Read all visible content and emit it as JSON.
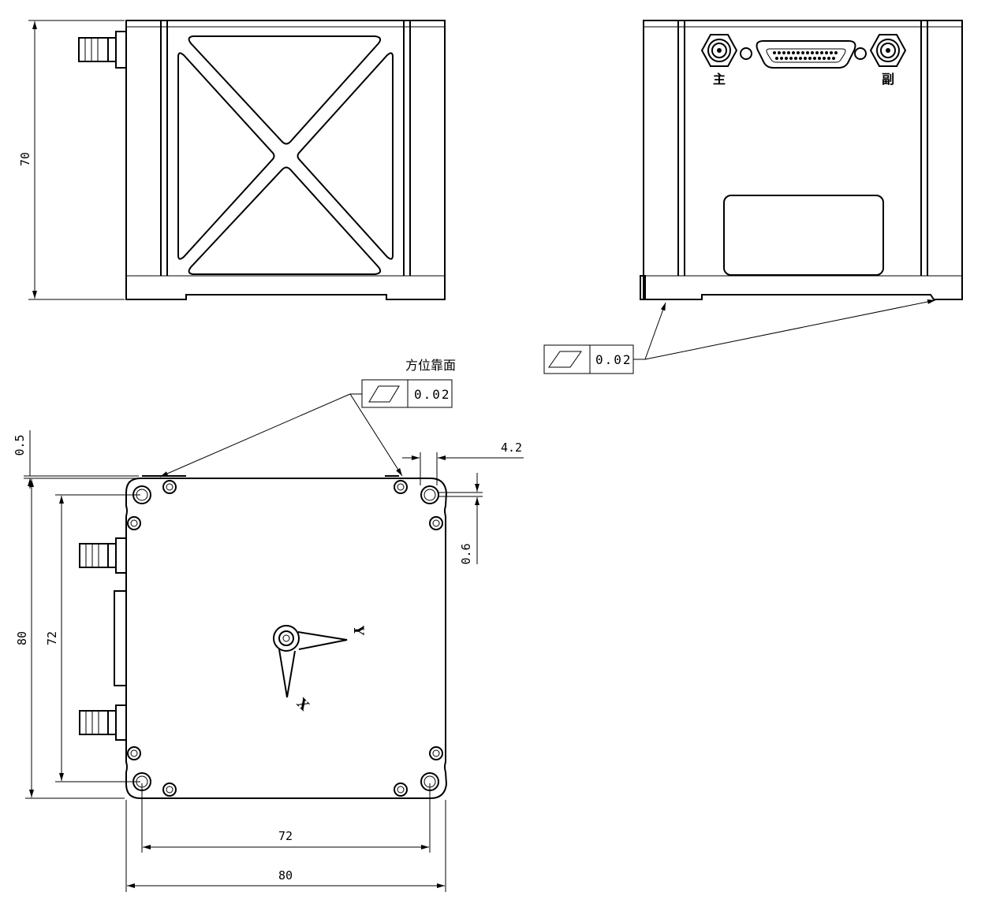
{
  "views": {
    "side_view": {
      "height_dim": "70"
    },
    "front_view": {
      "connector_main_label": "主",
      "connector_aux_label": "副"
    },
    "top_view": {
      "height_outer_dim": "80",
      "height_hole_dim": "72",
      "width_hole_dim": "72",
      "width_outer_dim": "80",
      "step_dim": "0.5",
      "hole_offset_dim": "4.2",
      "corner_dim": "0.6",
      "axis_x_label": "X",
      "axis_y_label": "Y"
    }
  },
  "tolerances": {
    "front_flatness": {
      "value": "0.02",
      "symbol": "flatness"
    },
    "top_flatness": {
      "value": "0.02",
      "symbol": "flatness",
      "note": "方位靠面"
    }
  }
}
